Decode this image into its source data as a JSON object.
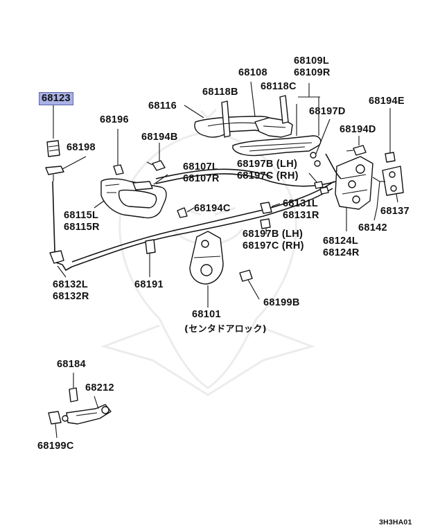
{
  "labels": {
    "p68123": "68123",
    "p68198": "68198",
    "p68196": "68196",
    "p68194b": "68194B",
    "p68116": "68116",
    "p68118b": "68118B",
    "p68108": "68108",
    "p68118c": "68118C",
    "p68109l": "68109L",
    "p68109r": "68109R",
    "p68197d": "68197D",
    "p68194e": "68194E",
    "p68194d": "68194D",
    "p68107l": "68107L",
    "p68107r": "68107R",
    "p68197b_lh_top": "68197B (LH)",
    "p68197c_rh_top": "68197C (RH)",
    "p68115l": "68115L",
    "p68115r": "68115R",
    "p68194c": "68194C",
    "p68131l": "68131L",
    "p68131r": "68131R",
    "p68137": "68137",
    "p68142": "68142",
    "p68197b_lh_mid": "68197B (LH)",
    "p68197c_rh_mid": "68197C (RH)",
    "p68124l": "68124L",
    "p68124r": "68124R",
    "p68132l": "68132L",
    "p68132r": "68132R",
    "p68191": "68191",
    "p68101": "68101",
    "central_lock_note": "(センタドアロック)",
    "p68199b": "68199B",
    "p68184": "68184",
    "p68212": "68212",
    "p68199c": "68199C",
    "diagram_code": "3H3HA01"
  }
}
